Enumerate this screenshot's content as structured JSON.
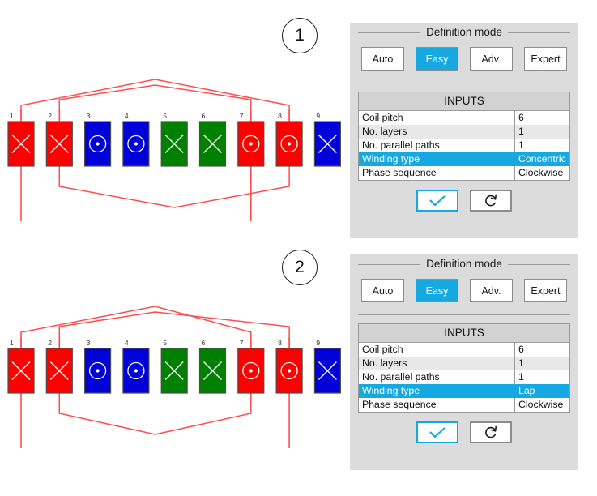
{
  "steps": [
    {
      "marker": "1"
    },
    {
      "marker": "2"
    }
  ],
  "colors": {
    "accent": "#16a8e0",
    "panel_bg": "#dcdcdc",
    "phase_a": "#ff0000",
    "phase_b": "#0000d8",
    "phase_c": "#008000",
    "wire": "#ff4d4d",
    "slot_border": "#4d4d4d"
  },
  "panels": [
    {
      "id": "panel-1",
      "group_title": "Definition mode",
      "modes": [
        {
          "label": "Auto",
          "selected": false
        },
        {
          "label": "Easy",
          "selected": true
        },
        {
          "label": "Adv.",
          "selected": false
        },
        {
          "label": "Expert",
          "selected": false
        }
      ],
      "inputs_header": "INPUTS",
      "inputs": [
        {
          "name": "Coil pitch",
          "value": "6",
          "highlight": false
        },
        {
          "name": "No. layers",
          "value": "1",
          "highlight": false
        },
        {
          "name": "No. parallel paths",
          "value": "1",
          "highlight": false
        },
        {
          "name": "Winding type",
          "value": "Concentric",
          "highlight": true
        },
        {
          "name": "Phase sequence",
          "value": "Clockwise",
          "highlight": false
        }
      ],
      "actions": [
        {
          "icon": "check-icon",
          "primary": true
        },
        {
          "icon": "reset-icon",
          "primary": false
        }
      ]
    },
    {
      "id": "panel-2",
      "group_title": "Definition mode",
      "modes": [
        {
          "label": "Auto",
          "selected": false
        },
        {
          "label": "Easy",
          "selected": true
        },
        {
          "label": "Adv.",
          "selected": false
        },
        {
          "label": "Expert",
          "selected": false
        }
      ],
      "inputs_header": "INPUTS",
      "inputs": [
        {
          "name": "Coil pitch",
          "value": "6",
          "highlight": false
        },
        {
          "name": "No. layers",
          "value": "1",
          "highlight": false
        },
        {
          "name": "No. parallel paths",
          "value": "1",
          "highlight": false
        },
        {
          "name": "Winding type",
          "value": "Lap",
          "highlight": true
        },
        {
          "name": "Phase sequence",
          "value": "Clockwise",
          "highlight": false
        }
      ],
      "actions": [
        {
          "icon": "check-icon",
          "primary": true
        },
        {
          "icon": "reset-icon",
          "primary": false
        }
      ]
    }
  ],
  "diagrams": [
    {
      "id": "winding-diagram-concentric",
      "winding_type": "Concentric",
      "slot_labels": [
        "1",
        "2",
        "3",
        "4",
        "5",
        "6",
        "7",
        "8",
        "9"
      ],
      "slot_colors": [
        "#ff0000",
        "#ff0000",
        "#0000d8",
        "#0000d8",
        "#008000",
        "#008000",
        "#ff0000",
        "#ff0000",
        "#0000d8"
      ],
      "slot_symbols": [
        "cross",
        "cross",
        "dot",
        "dot",
        "cross",
        "cross",
        "dot",
        "dot",
        "cross"
      ],
      "connections_top": [
        {
          "from_slot": 1,
          "to_slot": 8
        },
        {
          "from_slot": 2,
          "to_slot": 7
        }
      ],
      "connections_bottom": [
        {
          "from_slot": 2,
          "to_slot": 8
        }
      ],
      "terminals_bottom": [
        1,
        7
      ]
    },
    {
      "id": "winding-diagram-lap",
      "winding_type": "Lap",
      "slot_labels": [
        "1",
        "2",
        "3",
        "4",
        "5",
        "6",
        "7",
        "8",
        "9"
      ],
      "slot_colors": [
        "#ff0000",
        "#ff0000",
        "#0000d8",
        "#0000d8",
        "#008000",
        "#008000",
        "#ff0000",
        "#ff0000",
        "#0000d8"
      ],
      "slot_symbols": [
        "cross",
        "cross",
        "dot",
        "dot",
        "cross",
        "cross",
        "dot",
        "dot",
        "cross"
      ],
      "connections_top": [
        {
          "from_slot": 1,
          "to_slot": 7
        },
        {
          "from_slot": 2,
          "to_slot": 8
        }
      ],
      "connections_bottom": [
        {
          "from_slot": 2,
          "to_slot": 7
        }
      ],
      "terminals_bottom": [
        1,
        8
      ]
    }
  ]
}
